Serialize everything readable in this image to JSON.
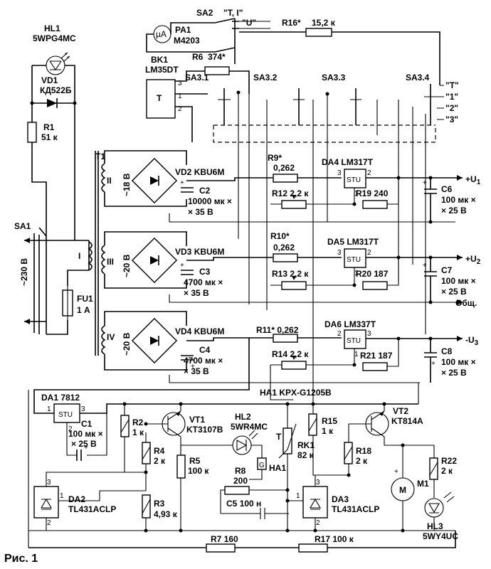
{
  "figure_caption": "Рис. 1",
  "hl1": {
    "ref": "HL1",
    "part": "5WPG4MC"
  },
  "vd1": {
    "ref": "VD1",
    "part": "КД522Б"
  },
  "r1": {
    "ref": "R1",
    "value": "51 к"
  },
  "sa1": {
    "ref": "SA1"
  },
  "mains": {
    "label": "~230 В"
  },
  "fu1": {
    "ref": "FU1",
    "value": "1 А"
  },
  "t1": {
    "ref": "T1",
    "primary": "I",
    "w2": "II",
    "w2v": "~18 В",
    "w3": "III",
    "w3v": "~20 В",
    "w4": "IV",
    "w4v": "~20 В"
  },
  "pa1": {
    "ref": "PA1",
    "part": "М4203",
    "symbol": "µA"
  },
  "sa2": {
    "ref": "SA2",
    "pos1": "\"T, I\"",
    "pos2": "\"U\""
  },
  "r16": {
    "ref": "R16*",
    "value": "15,2 к"
  },
  "bk1": {
    "ref": "BK1",
    "part": "LM35DT",
    "symbol": "T",
    "pins": [
      "3",
      "1",
      "2"
    ]
  },
  "r6": {
    "ref": "R6",
    "value": "374*"
  },
  "sa3": {
    "sections": [
      "SA3.1",
      "SA3.2",
      "SA3.3",
      "SA3.4"
    ],
    "positions": [
      "\"T\"",
      "\"1\"",
      "\"2\"",
      "\"3\""
    ]
  },
  "vd2": {
    "ref": "VD2",
    "part": "KBU6M"
  },
  "vd3": {
    "ref": "VD3",
    "part": "KBU6M"
  },
  "vd4": {
    "ref": "VD4",
    "part": "KBU6M"
  },
  "c2": {
    "ref": "C2",
    "value1": "10000 мк ×",
    "value2": "× 35 В"
  },
  "c3": {
    "ref": "C3",
    "value1": "4700 мк ×",
    "value2": "× 35 В"
  },
  "c4": {
    "ref": "C4",
    "value1": "4700 мк ×",
    "value2": "× 35 В"
  },
  "r9": {
    "ref": "R9*",
    "value": "0,262"
  },
  "r10": {
    "ref": "R10*",
    "value": "0,262"
  },
  "r11": {
    "ref": "R11*",
    "value": "0,262"
  },
  "da4": {
    "ref": "DA4",
    "part": "LM317T",
    "core": "STU",
    "pins": [
      "3",
      "2",
      "1"
    ]
  },
  "da5": {
    "ref": "DA5",
    "part": "LM317T",
    "core": "STU",
    "pins": [
      "3",
      "2",
      "1"
    ]
  },
  "da6": {
    "ref": "DA6",
    "part": "LM337T",
    "core": "STU",
    "pins": [
      "2",
      "3",
      "1"
    ]
  },
  "r12": {
    "ref": "R12",
    "value": "2,2 к"
  },
  "r13": {
    "ref": "R13",
    "value": "2,2 к"
  },
  "r14": {
    "ref": "R14",
    "value": "2,2 к"
  },
  "r19": {
    "ref": "R19",
    "value": "240"
  },
  "r20": {
    "ref": "R20",
    "value": "187"
  },
  "r21": {
    "ref": "R21",
    "value": "187"
  },
  "c6": {
    "ref": "C6",
    "value1": "100 мк ×",
    "value2": "× 25 В"
  },
  "c7": {
    "ref": "C7",
    "value1": "100 мк ×",
    "value2": "× 25 В"
  },
  "c8": {
    "ref": "C8",
    "value1": "100 мк ×",
    "value2": "× 25 В"
  },
  "outputs": {
    "u1": "+U",
    "u1sub": "1",
    "u2": "+U",
    "u2sub": "2",
    "common": "Общ.",
    "u3": "-U",
    "u3sub": "3"
  },
  "ha1": {
    "ref": "HA1",
    "part": "KPX-G1205B",
    "symbol": "G"
  },
  "da1": {
    "ref": "DA1",
    "part": "7812",
    "core": "STU",
    "pins": [
      "1",
      "3",
      "2"
    ]
  },
  "c1": {
    "ref": "C1",
    "value1": "100 мк ×",
    "value2": "× 25 В"
  },
  "r2": {
    "ref": "R2",
    "value": "1 к"
  },
  "r3": {
    "ref": "R3",
    "value": "4,93 к"
  },
  "r4": {
    "ref": "R4",
    "value": "2 к"
  },
  "r5": {
    "ref": "R5",
    "value": "100 к"
  },
  "vt1": {
    "ref": "VT1",
    "part": "KT3107B"
  },
  "hl2": {
    "ref": "HL2",
    "part": "5WR4MC"
  },
  "r8": {
    "ref": "R8",
    "value": "200"
  },
  "c5": {
    "ref": "C5",
    "value": "100 н"
  },
  "rk1": {
    "ref": "RK1",
    "value": "82 к",
    "symbol": "T"
  },
  "r15": {
    "ref": "R15",
    "value": "1 к"
  },
  "r18": {
    "ref": "R18",
    "value": "2 к"
  },
  "vt2": {
    "ref": "VT2",
    "part": "KT814A"
  },
  "m1": {
    "ref": "M1",
    "symbol": "M"
  },
  "r22": {
    "ref": "R22",
    "value": "2 к"
  },
  "hl3": {
    "ref": "HL3",
    "part": "5WY4UC"
  },
  "da2": {
    "ref": "DA2",
    "part": "TL431ACLP",
    "pins": [
      "3",
      "1",
      "2"
    ]
  },
  "da3": {
    "ref": "DA3",
    "part": "TL431ACLP",
    "pins": [
      "3",
      "1",
      "2"
    ]
  },
  "r7": {
    "ref": "R7",
    "value": "160"
  },
  "r17": {
    "ref": "R17",
    "value": "100 к"
  }
}
